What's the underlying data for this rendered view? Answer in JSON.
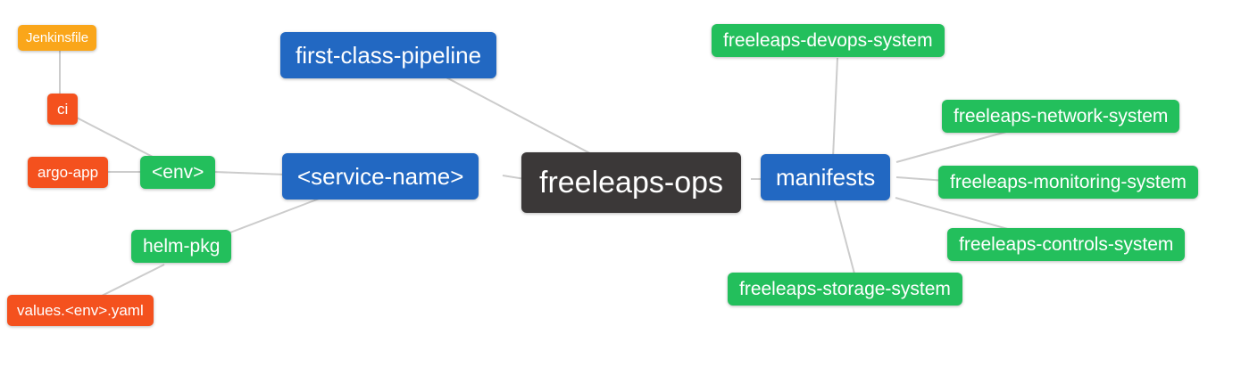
{
  "app": {
    "type": "mindmap-diagram",
    "background": "#FFFFFF"
  },
  "palette": {
    "canvas_bg": "#FFFFFF",
    "root_node": "#3B3838",
    "branch_node": "#2268C2",
    "system_node": "#23BF5C",
    "component_node": "#F4511E",
    "file_node": "#FAA61A",
    "node_text": "#FFFFFF",
    "connector": "#CCCCCC"
  },
  "nodes": {
    "root": "freeleaps-ops",
    "first_class_pipeline": "first-class-pipeline",
    "service_name": "<service-name>",
    "manifests": "manifests",
    "env": "<env>",
    "helm_pkg": "helm-pkg",
    "argo_app": "argo-app",
    "ci": "ci",
    "jenkinsfile": "Jenkinsfile",
    "values_env_yaml": "values.<env>.yaml",
    "devops_system": "freeleaps-devops-system",
    "network_system": "freeleaps-network-system",
    "monitoring_system": "freeleaps-monitoring-system",
    "controls_system": "freeleaps-controls-system",
    "storage_system": "freeleaps-storage-system"
  },
  "hierarchy": {
    "freeleaps-ops": [
      "first-class-pipeline",
      "<service-name>",
      "manifests"
    ],
    "<service-name>": [
      "<env>",
      "helm-pkg"
    ],
    "<env>": [
      "ci",
      "argo-app"
    ],
    "ci": [
      "Jenkinsfile"
    ],
    "helm-pkg": [
      "values.<env>.yaml"
    ],
    "manifests": [
      "freeleaps-devops-system",
      "freeleaps-network-system",
      "freeleaps-monitoring-system",
      "freeleaps-controls-system",
      "freeleaps-storage-system"
    ]
  }
}
